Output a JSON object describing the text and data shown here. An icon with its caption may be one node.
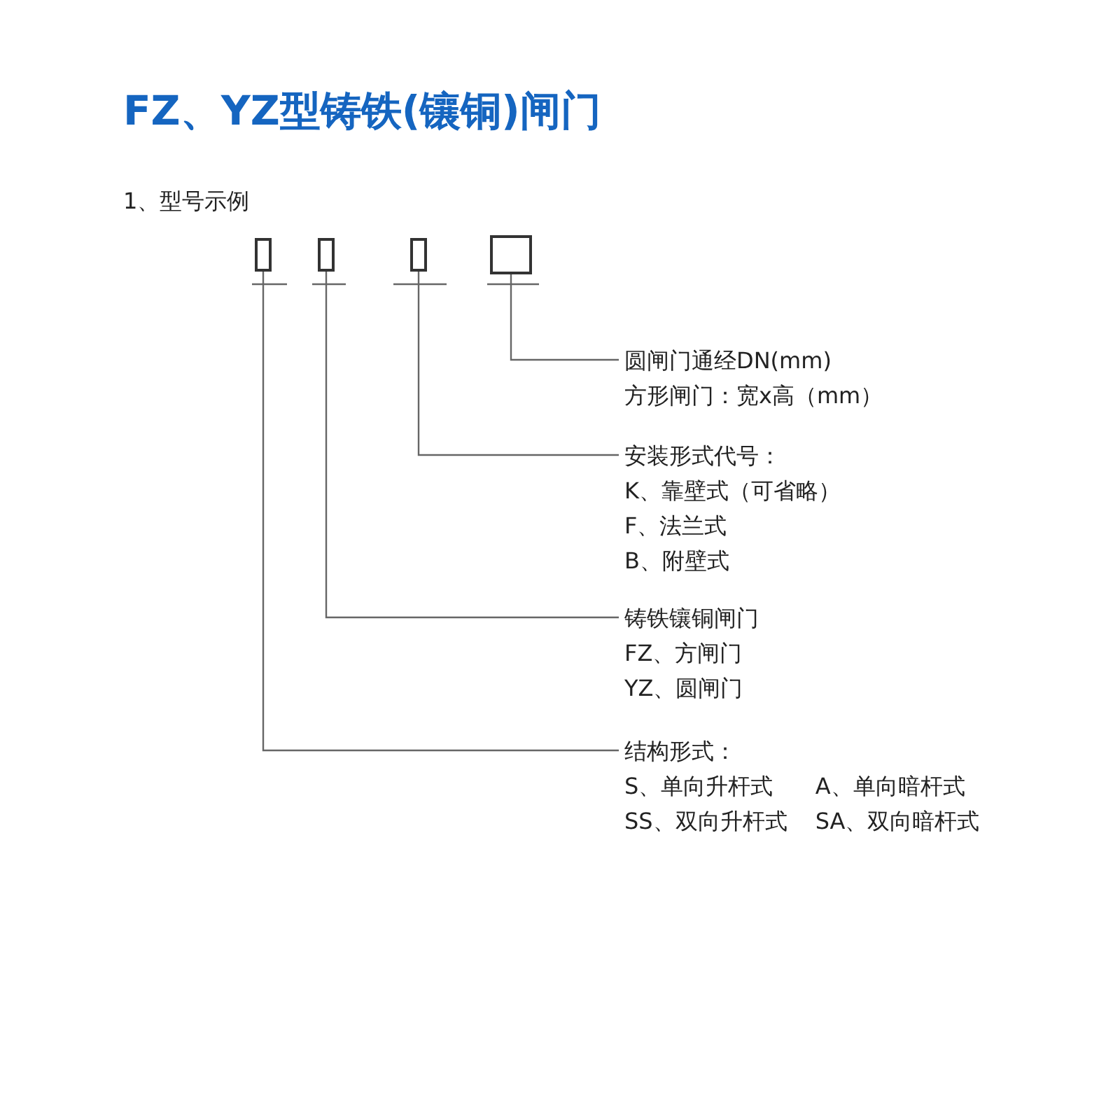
{
  "diagram": {
    "title": "FZ、YZ型铸铁(镶铜)闸门",
    "nodes": [
      {
        "text": [],
        "shape": "box"
      },
      {
        "text": [],
        "shape": "box"
      },
      {
        "text": [],
        "shape": "box"
      },
      {
        "text": [],
        "shape": "box"
      },
      {
        "text": [
          "圆闸门通经DN(mm)",
          "方形闸门：宽x高（mm）"
        ]
      },
      {
        "text": [
          "安装形式代号：",
          "K、靠壁式（可省略）",
          "F、法兰式",
          "B、附壁式"
        ]
      },
      {
        "text": [
          "铸铁镶铜闸门",
          "FZ、方闸门",
          "YZ、圆闸门"
        ]
      },
      {
        "text": [
          "结构形式：",
          "S、单向升杆式",
          "A、单向暗杆式",
          "SS、双向升杆式",
          "SA、双向暗杆式"
        ]
      }
    ],
    "edges": [
      {
        "from": 3,
        "to": 4,
        "arrow": "none"
      },
      {
        "from": 2,
        "to": 5,
        "arrow": "none"
      },
      {
        "from": 1,
        "to": 6,
        "arrow": "none"
      },
      {
        "from": 0,
        "to": 7,
        "arrow": "none"
      }
    ],
    "labels": [
      "1、型号示例"
    ]
  }
}
